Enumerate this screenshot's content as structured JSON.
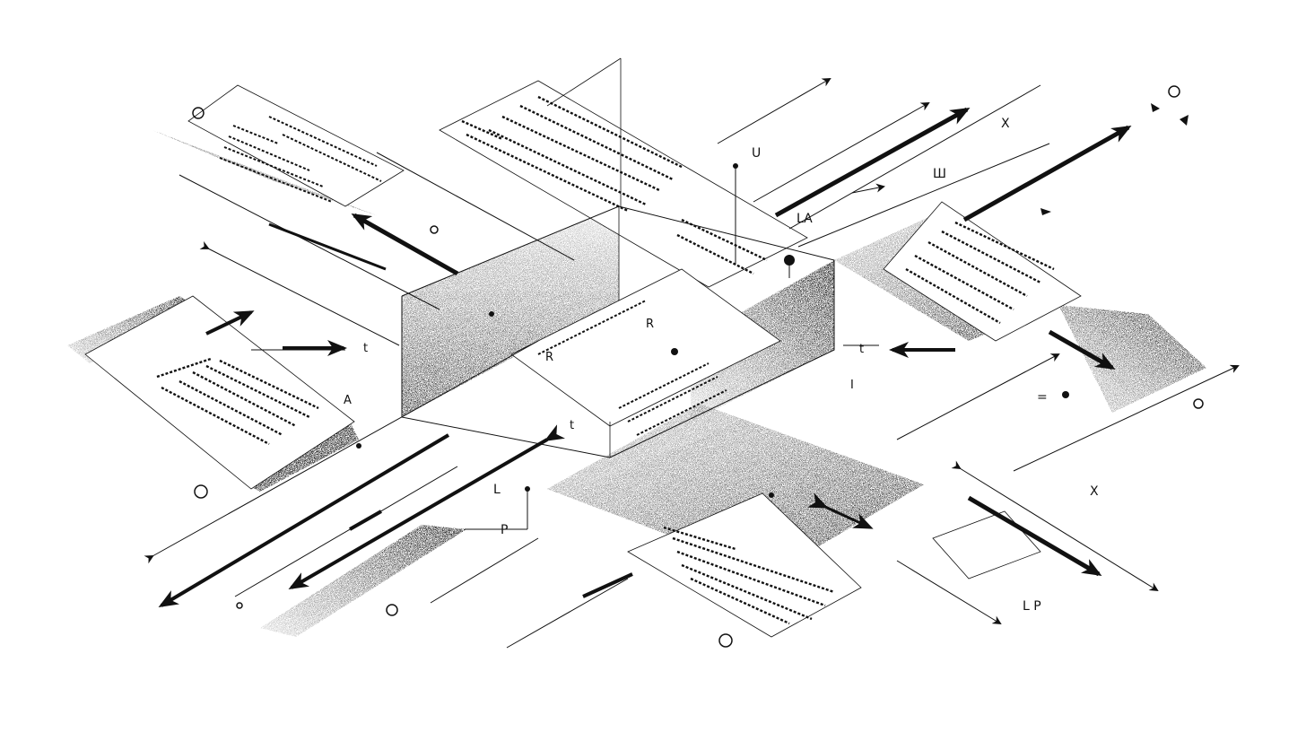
{
  "palette": {
    "ink": "#111111",
    "paper": "#ffffff",
    "shade_dark": "#3a3a3a",
    "shade_mid": "#8a8a8a",
    "shade_light": "#cfcfcf"
  },
  "labels": {
    "l_top_1": "U",
    "l_top_2": "Ш",
    "l_top_3": "X",
    "l_top_4": "LA",
    "l_mid_1": "R",
    "l_mid_2": "t",
    "l_mid_3": "I",
    "l_mid_4": "A",
    "l_mid_5": "R",
    "l_bot_1": "L",
    "l_bot_2": "P",
    "l_bot_3": "X",
    "l_bot_4": "L P",
    "l_bot_5": "=",
    "l_bot_6": "t",
    "l_bot_7": "t"
  },
  "icons": [
    "circle-marker-icon",
    "arrow-icon",
    "document-icon",
    "box-icon",
    "triangle-marker-icon"
  ]
}
